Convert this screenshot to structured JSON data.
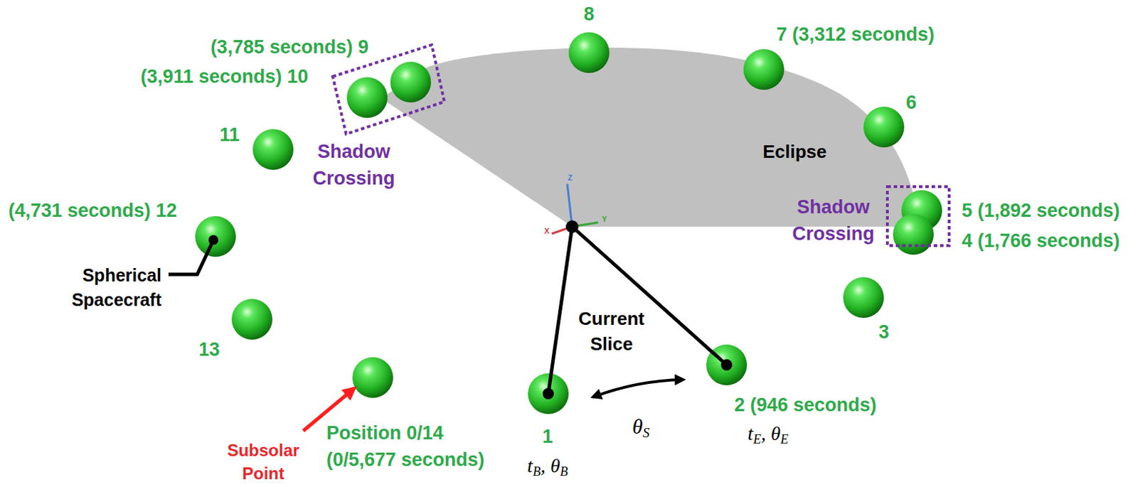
{
  "diagram": {
    "labels": [
      "8",
      "7 (3,312 seconds)",
      "(3,785 seconds) 9",
      "(3,911 seconds) 10",
      "Shadow Crossing",
      "11",
      "6",
      "Eclipse",
      "Shadow Crossing",
      "5 (1,892 seconds)",
      "4 (1,766 seconds)",
      "(4,731 seconds) 12",
      "Spherical Spacecraft",
      "Z",
      "Y",
      "X",
      "3",
      "Current Slice",
      "13",
      "2 (946 seconds)",
      "θS",
      "1",
      "Position 0/14 (0/5,677 seconds)",
      "tB, θB",
      "tE, θE",
      "Subsolar Point"
    ]
  }
}
